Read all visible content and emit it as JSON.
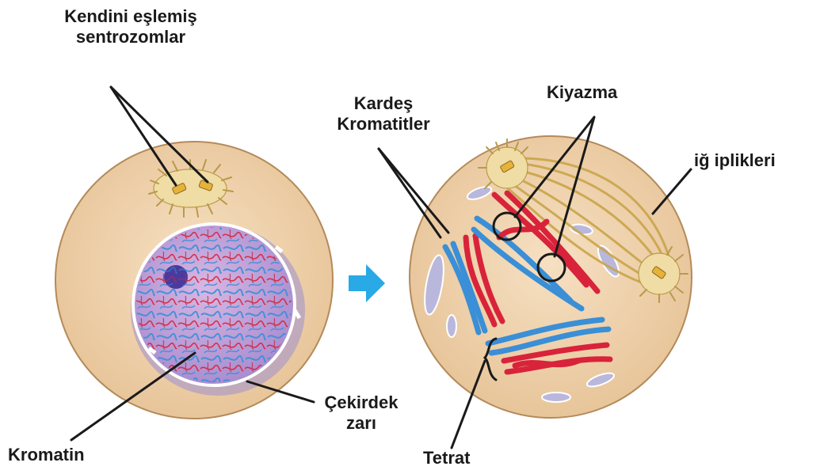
{
  "labels": {
    "centrosomes": [
      "Kendini eşlemiş",
      "sentrozomlar"
    ],
    "chromatin": "Kromatin",
    "nuclear_envelope": [
      "Çekirdek",
      "zarı"
    ],
    "sister_chromatids": [
      "Kardeş",
      "Kromatitler"
    ],
    "chiasma": "Kiyazma",
    "spindle_fibers": "iğ iplikleri",
    "tetrad": "Tetrat"
  },
  "colors": {
    "cell_fill": "#f3d7b3",
    "cell_outline": "#b48a5a",
    "chromatin_blue": "#3a8fd6",
    "chromatin_red": "#d8233a",
    "nucleus_fill": "#c7a6d8",
    "spindle_fiber": "#d4b25a",
    "arrow": "#29a9e6",
    "vesicle": "#b9b8dc"
  }
}
